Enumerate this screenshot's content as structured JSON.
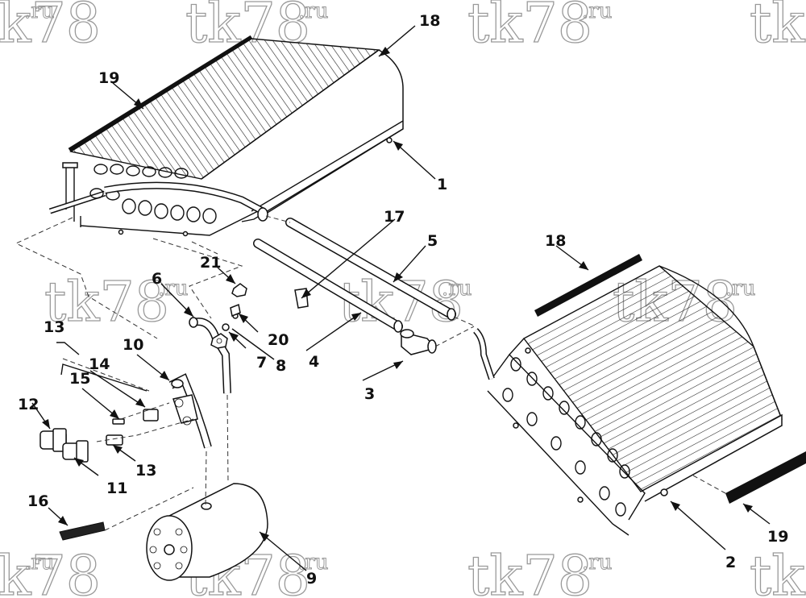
{
  "watermark": {
    "text": "tk78",
    "suffix": ".ru"
  },
  "callouts": {
    "c1": "1",
    "c2": "2",
    "c3": "3",
    "c4": "4",
    "c5": "5",
    "c6": "6",
    "c7": "7",
    "c8": "8",
    "c9": "9",
    "c10": "10",
    "c11": "11",
    "c12": "12",
    "c13a": "13",
    "c13b": "13",
    "c14": "14",
    "c15": "15",
    "c16": "16",
    "c17": "17",
    "c18a": "18",
    "c18b": "18",
    "c19a": "19",
    "c19b": "19",
    "c20": "20",
    "c21": "21"
  },
  "colors": {
    "line": "#111111",
    "watermark": "#9a9a9a",
    "background": "#ffffff"
  }
}
